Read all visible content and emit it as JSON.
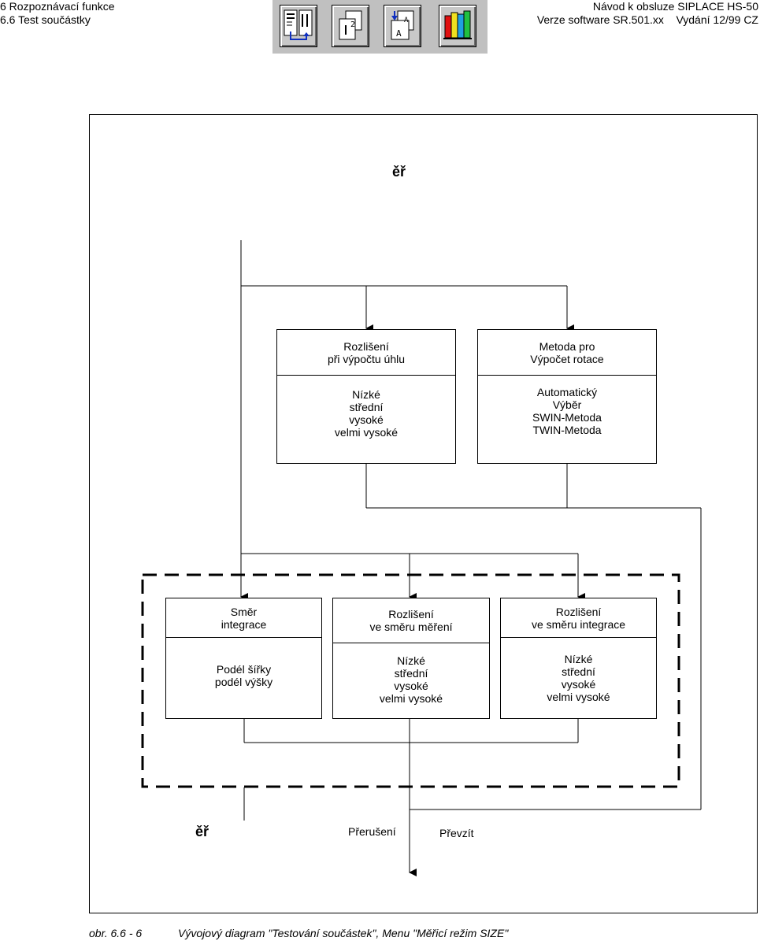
{
  "header": {
    "left_line1": "6 Rozpoznávací funkce",
    "left_line2": "6.6 Test součástky",
    "right_line1": "Návod k obsluze SIPLACE HS-50",
    "right_line2": "Verze software SR.501.xx    Vydání 12/99 CZ"
  },
  "toolbar": {
    "buttons": [
      {
        "icon": "table-of-contents-icon"
      },
      {
        "icon": "pages-icon"
      },
      {
        "icon": "index-icon"
      },
      {
        "icon": "library-icon"
      }
    ]
  },
  "diagram": {
    "top_label": "ěř",
    "bottom_label": "ěř",
    "box_angle": {
      "head": [
        "Rozlišení",
        "při výpočtu úhlu"
      ],
      "options": [
        "Nízké",
        "střední",
        "vysoké",
        "velmi vysoké"
      ]
    },
    "box_rotation": {
      "head": [
        "Metoda pro",
        "Výpočet rotace"
      ],
      "options": [
        "Automatický",
        "Výběr",
        "SWIN-Metoda",
        "TWIN-Metoda"
      ]
    },
    "box_direction": {
      "head": [
        "Směr",
        "integrace"
      ],
      "options": [
        "Podél šířky",
        "podél výšky"
      ]
    },
    "box_measure": {
      "head": [
        "Rozlišení",
        "ve směru měření"
      ],
      "options": [
        "Nízké",
        "střední",
        "vysoké",
        "velmi vysoké"
      ]
    },
    "box_integration": {
      "head": [
        "Rozlišení",
        "ve směru integrace"
      ],
      "options": [
        "Nízké",
        "střední",
        "vysoké",
        "velmi vysoké"
      ]
    },
    "cancel_label": "Přerušení",
    "accept_label": "Převzít"
  },
  "caption": {
    "number": "obr. 6.6 - 6",
    "text": "Vývojový diagram \"Testování součástek\", Menu \"Měřicí režim SIZE\""
  }
}
